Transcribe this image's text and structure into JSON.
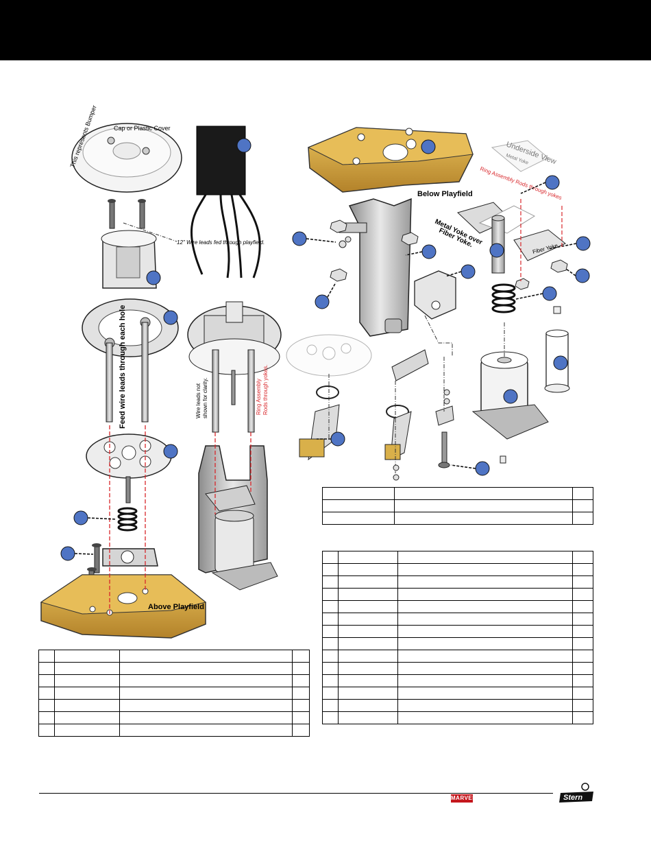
{
  "labels": {
    "bumper_note": "This represents Bumper",
    "cap_note": "Cap or Plastic Cover",
    "wire_leads_note": "12\" Wire leads fed through playfield.",
    "feed_wire_note": "Feed wire leads through each hole",
    "wire_not_shown_line1": "Wire leads not",
    "wire_not_shown_line2": "shown for clarity.",
    "ring_rods_line1": "Ring Assembly",
    "ring_rods_line2": "Rods through yokes.",
    "above_playfield": "Above Playfield",
    "below_playfield": "Below Playfield",
    "underside_view": "Underside View",
    "metal_yoke_small": "Metal Yoke",
    "ring_assembly_rods": "Ring Assembly Rods through yokes",
    "metal_yoke_over_line1": "Metal Yoke over",
    "metal_yoke_over_line2": "Fiber Yoke.",
    "fiber_yoke": "Fiber Yoke"
  },
  "footer": {
    "marvel_logo": "MARVEL",
    "stern_logo": "Stern"
  },
  "colors": {
    "wood": "#e0b54a",
    "wood_dark": "#b8862a",
    "callout": "#4f74c4",
    "red_guide": "#d8262a",
    "header": "#000000"
  }
}
